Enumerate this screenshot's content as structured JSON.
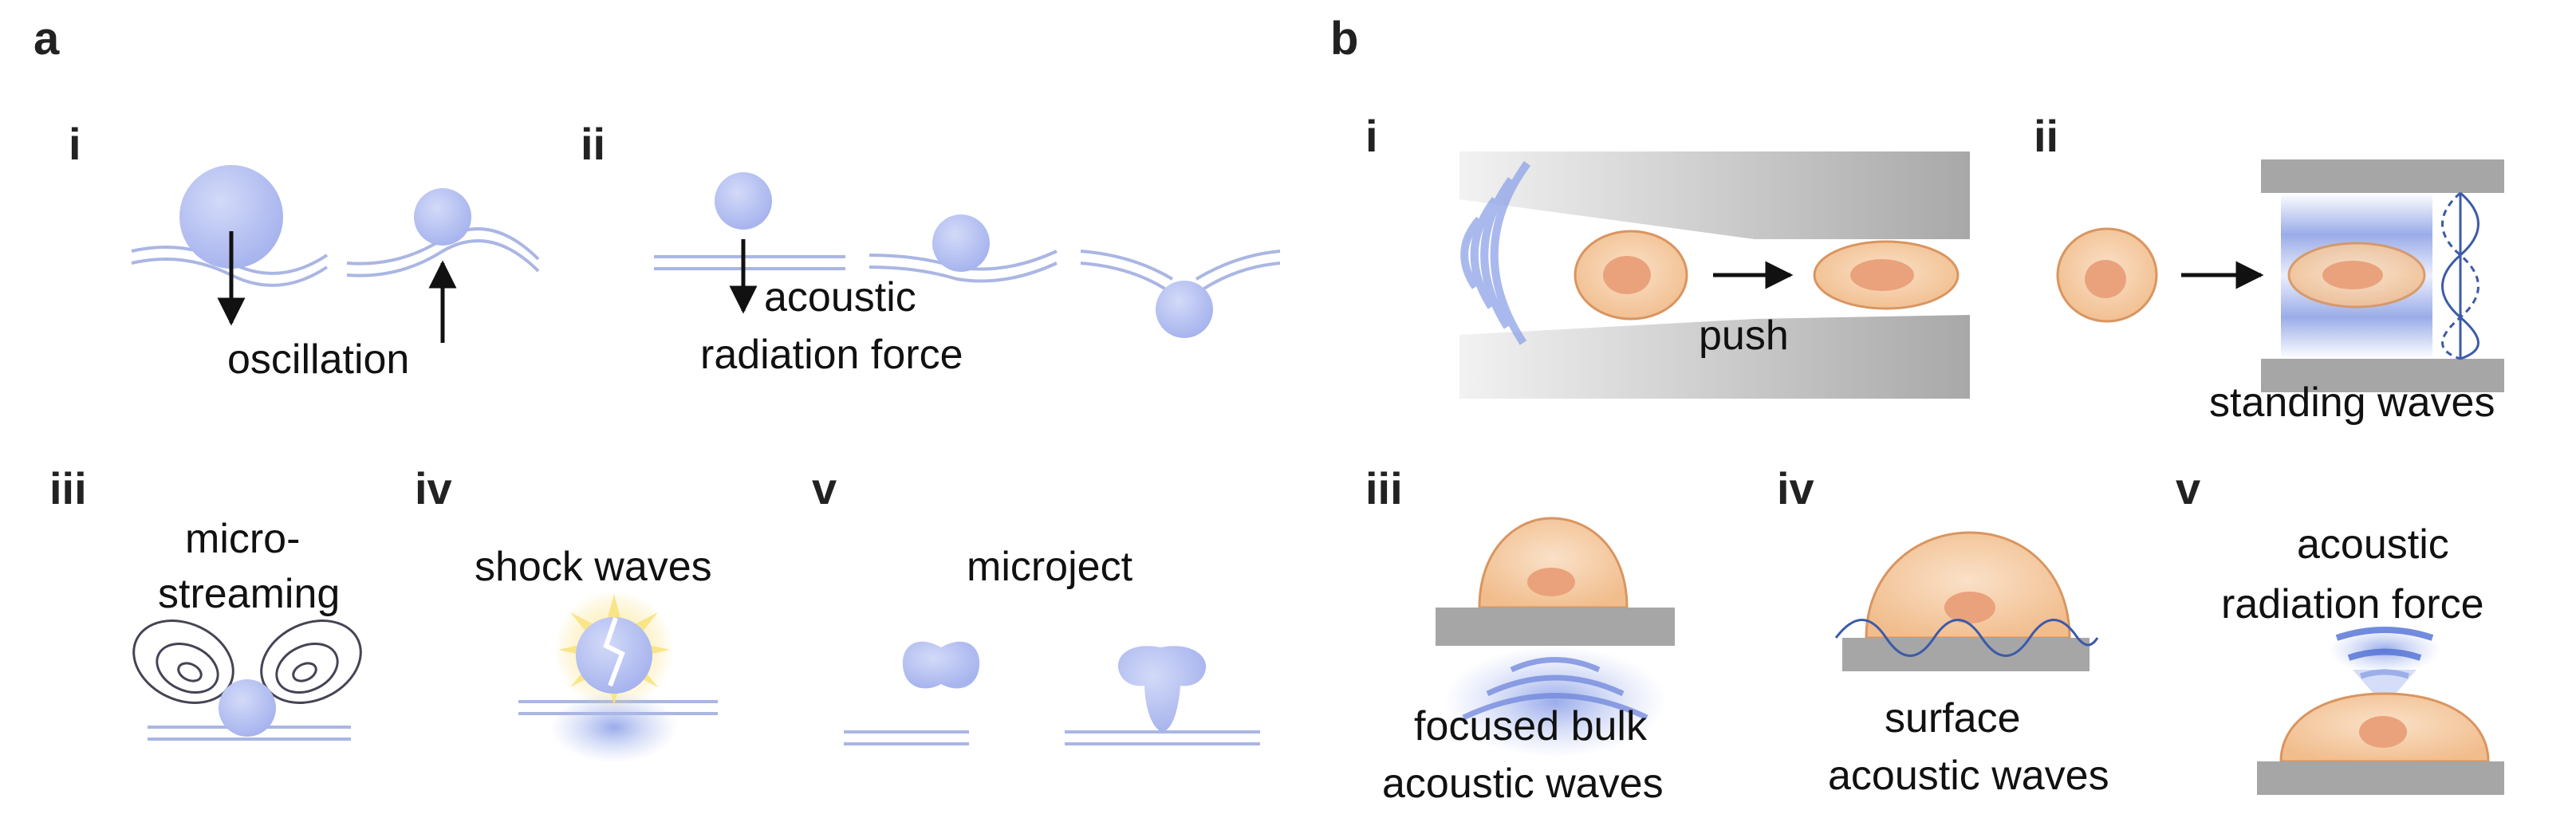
{
  "panels": {
    "a": {
      "letter": "a",
      "i": {
        "numeral": "i",
        "label": "oscillation"
      },
      "ii": {
        "numeral": "ii",
        "label_line1": "acoustic",
        "label_line2": "radiation force"
      },
      "iii": {
        "numeral": "iii",
        "label_line1": "micro-",
        "label_line2": "streaming"
      },
      "iv": {
        "numeral": "iv",
        "label": "shock waves"
      },
      "v": {
        "numeral": "v",
        "label": "microject"
      }
    },
    "b": {
      "letter": "b",
      "i": {
        "numeral": "i",
        "label": "push"
      },
      "ii": {
        "numeral": "ii",
        "label": "standing waves"
      },
      "iii": {
        "numeral": "iii",
        "label_line1": "focused bulk",
        "label_line2": "acoustic waves"
      },
      "iv": {
        "numeral": "iv",
        "label_line1": "surface",
        "label_line2": "acoustic waves"
      },
      "v": {
        "numeral": "v",
        "label_line1": "acoustic",
        "label_line2": "radiation force"
      }
    }
  },
  "colors": {
    "bubble": "#b9c3f2",
    "bubble_edge": "#9aa7e6",
    "membrane": "#aab6e3",
    "cell": "#f4c79e",
    "cell_edge": "#d99560",
    "nucleus": "#e8a07a",
    "substrate": "#a6a6a6",
    "wave": "#5f79d6",
    "text": "#111111"
  }
}
